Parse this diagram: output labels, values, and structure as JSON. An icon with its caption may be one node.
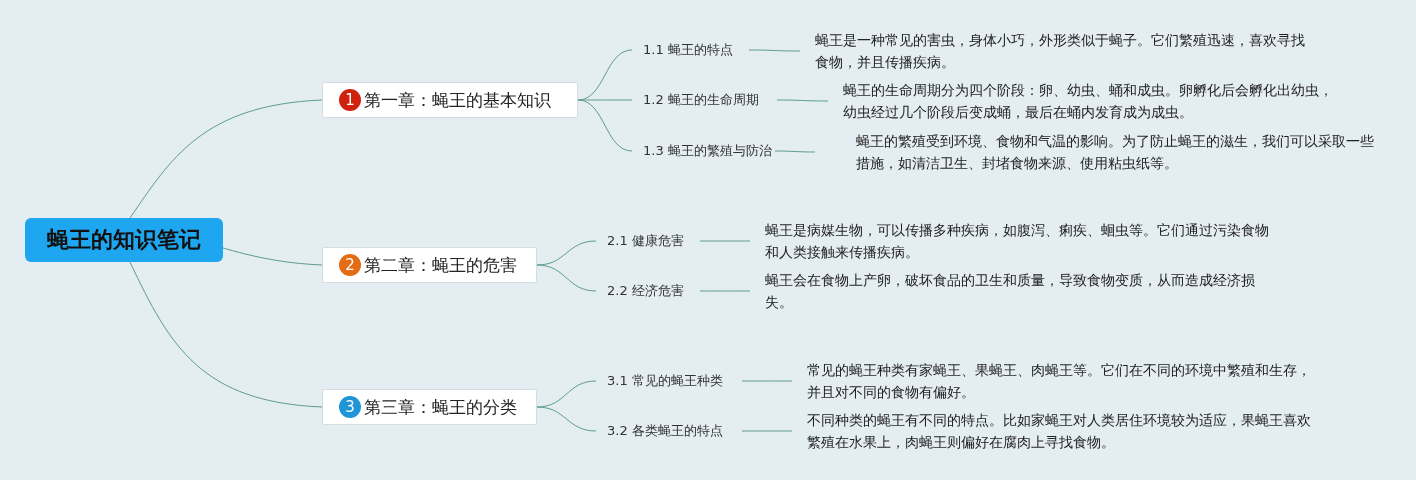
{
  "diagram": {
    "nodes": [
      {
        "text": [
          "蝇王的知识笔记"
        ]
      },
      {
        "text": [
          "1",
          "第一章：蝇王的基本知识"
        ]
      },
      {
        "text": [
          "1.1 蝇王的特点"
        ]
      },
      {
        "text": [
          "蝇王是一种常见的害虫，身体小巧，外形类似于蝇子。它们繁殖迅速，喜欢寻找食物，并且传播疾病。"
        ]
      },
      {
        "text": [
          "1.2 蝇王的生命周期"
        ]
      },
      {
        "text": [
          "蝇王的生命周期分为四个阶段：卵、幼虫、蛹和成虫。卵孵化后会孵化出幼虫，幼虫经过几个阶段后变成蛹，最后在蛹内发育成为成虫。"
        ]
      },
      {
        "text": [
          "1.3 蝇王的繁殖与防治"
        ]
      },
      {
        "text": [
          "蝇王的繁殖受到环境、食物和气温的影响。为了防止蝇王的滋生，我们可以采取一些措施，如清洁卫生、封堵食物来源、使用粘虫纸等。"
        ]
      },
      {
        "text": [
          "2",
          "第二章：蝇王的危害"
        ]
      },
      {
        "text": [
          "2.1 健康危害"
        ]
      },
      {
        "text": [
          "蝇王是病媒生物，可以传播多种疾病，如腹泻、痢疾、蛔虫等。它们通过污染食物和人类接触来传播疾病。"
        ]
      },
      {
        "text": [
          "2.2 经济危害"
        ]
      },
      {
        "text": [
          "蝇王会在食物上产卵，破坏食品的卫生和质量，导致食物变质，从而造成经济损失。"
        ]
      },
      {
        "text": [
          "3",
          "第三章：蝇王的分类"
        ]
      },
      {
        "text": [
          "3.1 常见的蝇王种类"
        ]
      },
      {
        "text": [
          "常见的蝇王种类有家蝇王、果蝇王、肉蝇王等。它们在不同的环境中繁殖和生存，并且对不同的食物有偏好。"
        ]
      },
      {
        "text": [
          "3.2 各类蝇王的特点"
        ]
      },
      {
        "text": [
          "不同种类的蝇王有不同的特点。比如家蝇王对人类居住环境较为适应，果蝇王喜欢繁殖在水果上，肉蝇王则偏好在腐肉上寻找食物。"
        ]
      }
    ],
    "edges": [
      {
        "from": 0,
        "to": 1,
        "arrow": "none"
      },
      {
        "from": 0,
        "to": 8,
        "arrow": "none"
      },
      {
        "from": 0,
        "to": 13,
        "arrow": "none"
      },
      {
        "from": 1,
        "to": 2,
        "arrow": "none"
      },
      {
        "from": 1,
        "to": 4,
        "arrow": "none"
      },
      {
        "from": 1,
        "to": 6,
        "arrow": "none"
      },
      {
        "from": 2,
        "to": 3,
        "arrow": "none"
      },
      {
        "from": 4,
        "to": 5,
        "arrow": "none"
      },
      {
        "from": 6,
        "to": 7,
        "arrow": "none"
      },
      {
        "from": 8,
        "to": 9,
        "arrow": "none"
      },
      {
        "from": 8,
        "to": 11,
        "arrow": "none"
      },
      {
        "from": 9,
        "to": 10,
        "arrow": "none"
      },
      {
        "from": 11,
        "to": 12,
        "arrow": "none"
      },
      {
        "from": 13,
        "to": 14,
        "arrow": "none"
      },
      {
        "from": 13,
        "to": 16,
        "arrow": "none"
      },
      {
        "from": 14,
        "to": 15,
        "arrow": "none"
      },
      {
        "from": 16,
        "to": 17,
        "arrow": "none"
      }
    ]
  }
}
